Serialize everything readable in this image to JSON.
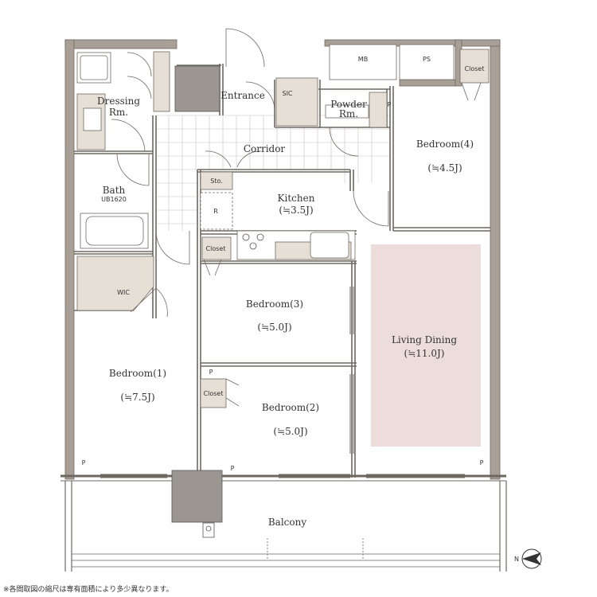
{
  "rooms": {
    "dressing": "Dressing\nRm.",
    "bath": "Bath",
    "bath_unit": "UB1620",
    "wic": "WIC",
    "entrance": "Entrance",
    "sic": "SIC",
    "powder": "Powder\nRm.",
    "mb": "MB",
    "ps": "PS",
    "corridor": "Corridor",
    "bedroom4": "Bedroom(4)",
    "bedroom4_size": "(≒4.5J)",
    "kitchen": "Kitchen",
    "kitchen_size": "(≒3.5J)",
    "sto": "Sto.",
    "bedroom3": "Bedroom(3)",
    "bedroom3_size": "(≒5.0J)",
    "bedroom2": "Bedroom(2)",
    "bedroom2_size": "(≒5.0J)",
    "bedroom1": "Bedroom(1)",
    "bedroom1_size": "(≒7.5J)",
    "living": "Living Dining",
    "living_size": "(≒11.0J)",
    "balcony": "Balcony"
  },
  "closets": [
    "Closet",
    "Closet",
    "Closet"
  ],
  "p_labels": [
    "P",
    "P",
    "P",
    "P",
    "P"
  ],
  "fridge_symbol": "R",
  "compass_letter": "N",
  "footnote": "※各間取図の縮尺は専有面積により多少異なります。",
  "colors": {
    "wall": "#a89f96",
    "wall_edge": "#6f6861",
    "living_tint": "#ecdcdc",
    "fixture": "#e6dfd6",
    "dark_block": "#9b9692"
  }
}
